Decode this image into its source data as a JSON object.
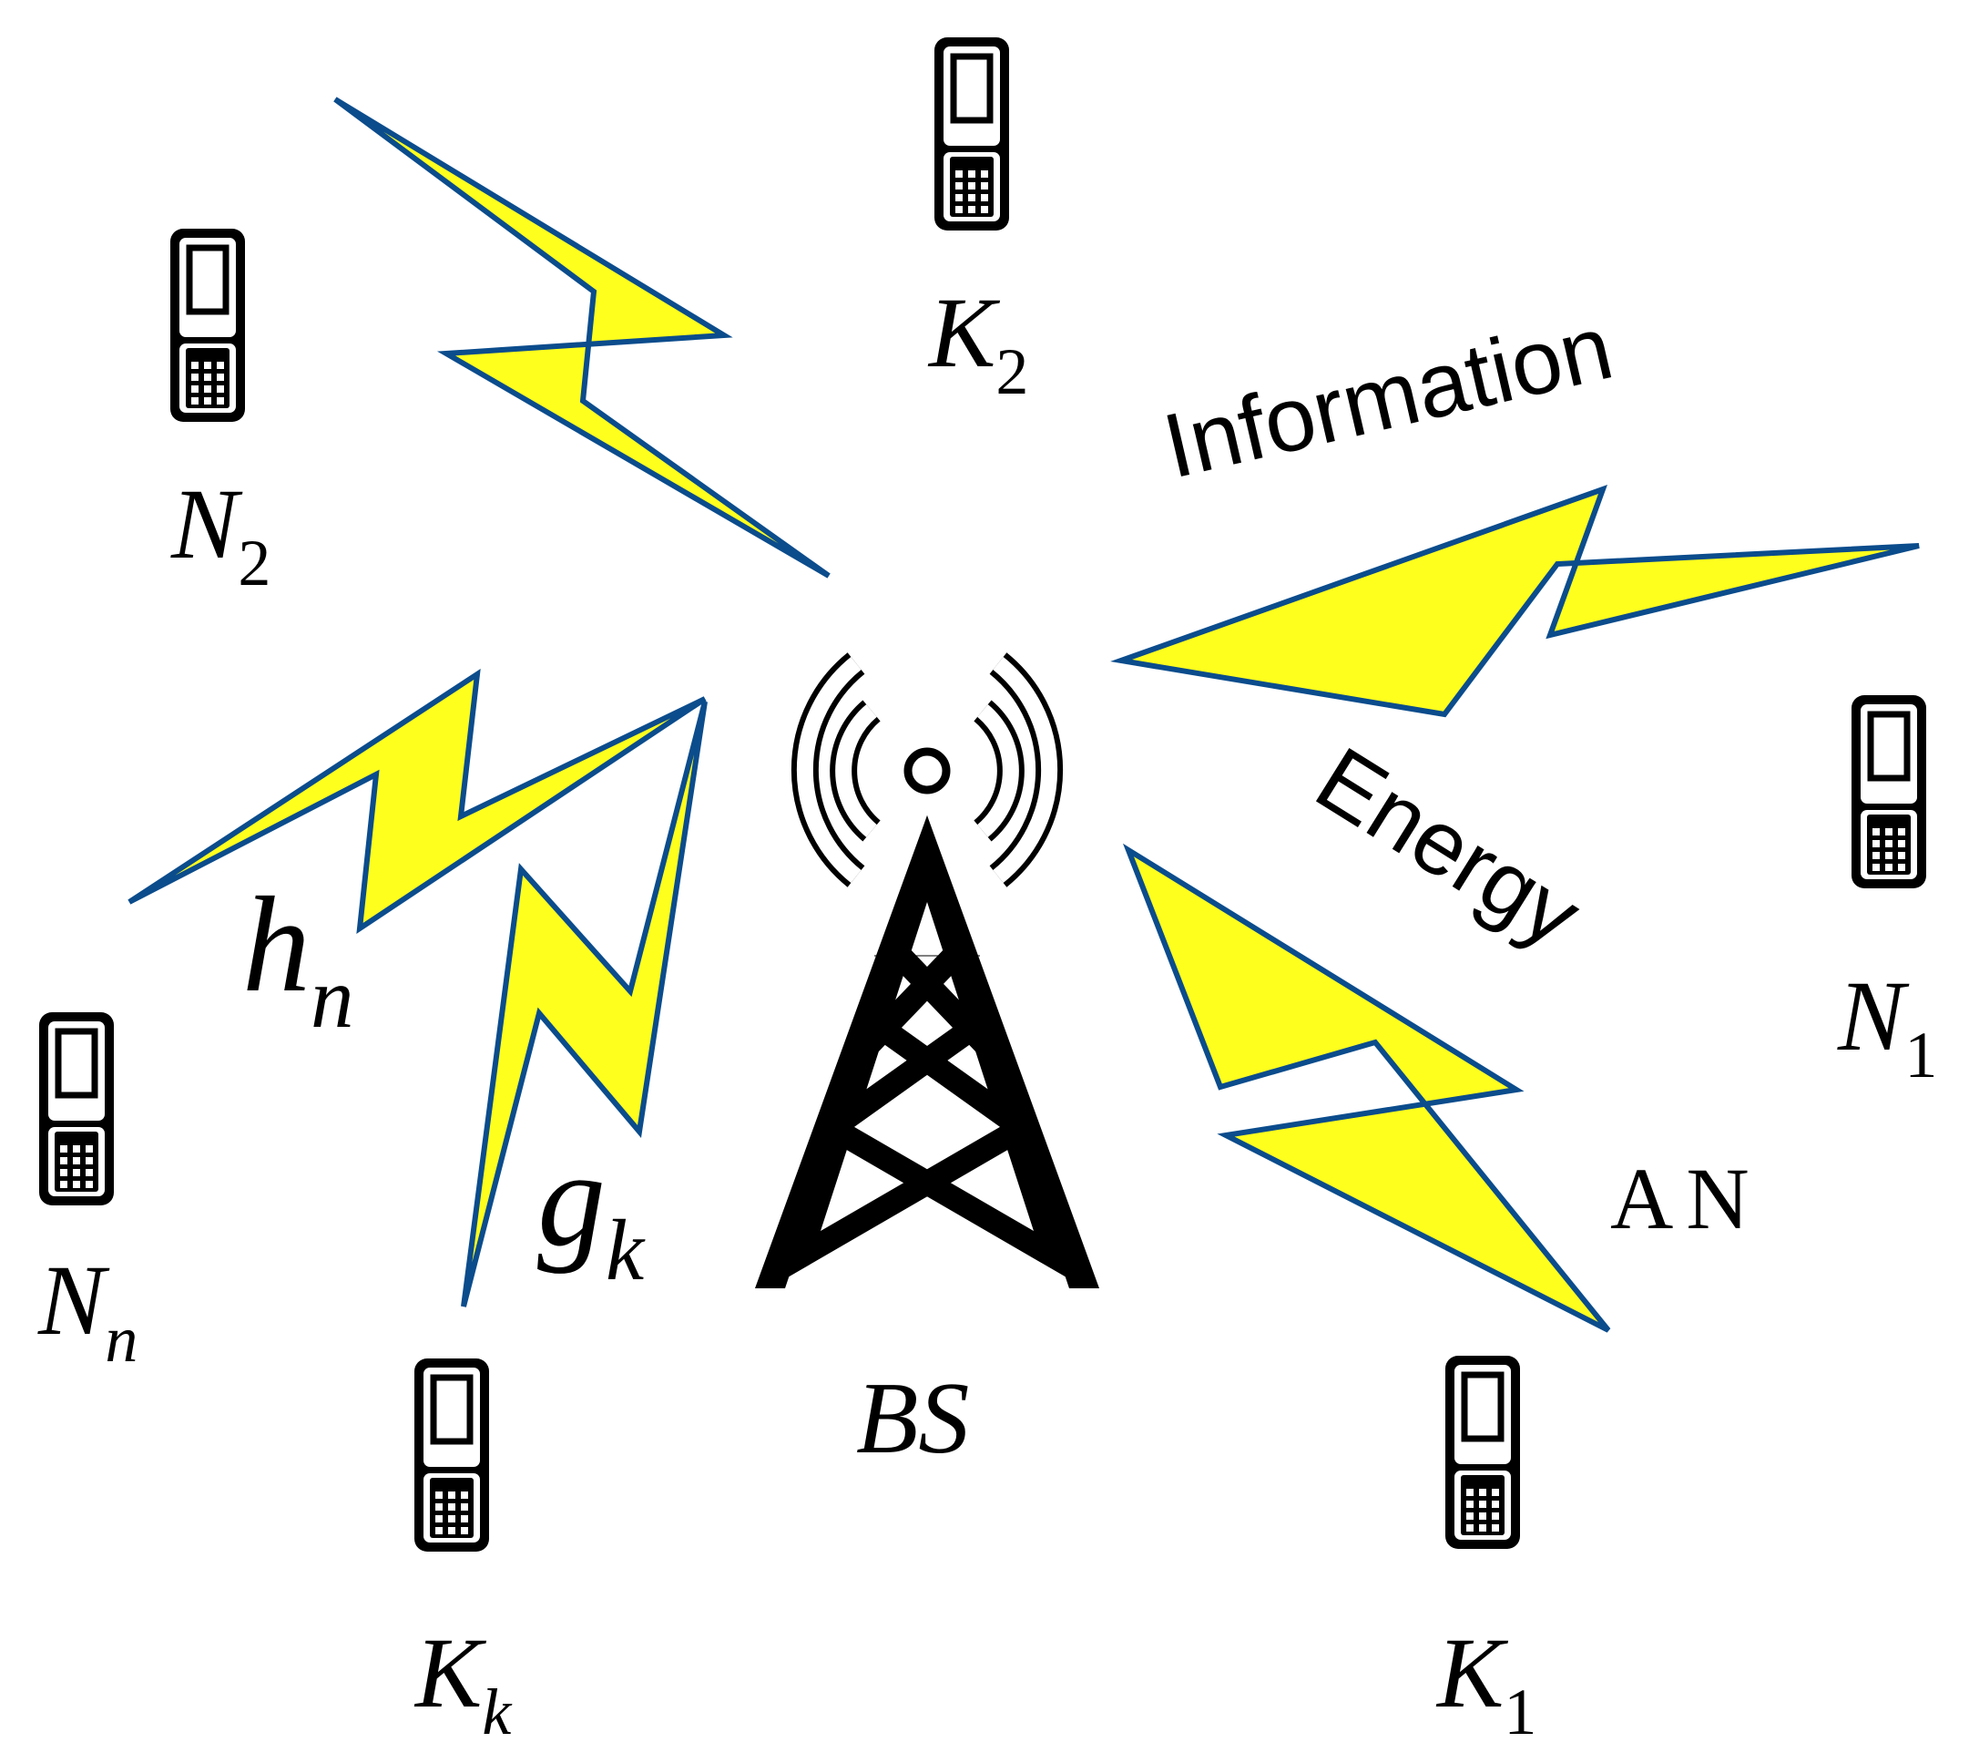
{
  "diagram": {
    "base_station": {
      "label": "BS"
    },
    "users": [
      {
        "id": "N2",
        "main": "N",
        "sub": "2"
      },
      {
        "id": "K2",
        "main": "K",
        "sub": "2"
      },
      {
        "id": "N1",
        "main": "N",
        "sub": "1"
      },
      {
        "id": "Nn",
        "main": "N",
        "sub": "n"
      },
      {
        "id": "Kk",
        "main": "K",
        "sub": "k"
      },
      {
        "id": "K1",
        "main": "K",
        "sub": "1"
      }
    ],
    "channels": {
      "h": {
        "main": "h",
        "sub": "n"
      },
      "g": {
        "main": "g",
        "sub": "k"
      }
    },
    "signals": {
      "information": "Information",
      "energy": "Energy",
      "artificial_noise": "AN"
    },
    "colors": {
      "bolt_fill": "#ffff1e",
      "bolt_stroke": "#0b4c8c",
      "ink": "#000000"
    }
  }
}
